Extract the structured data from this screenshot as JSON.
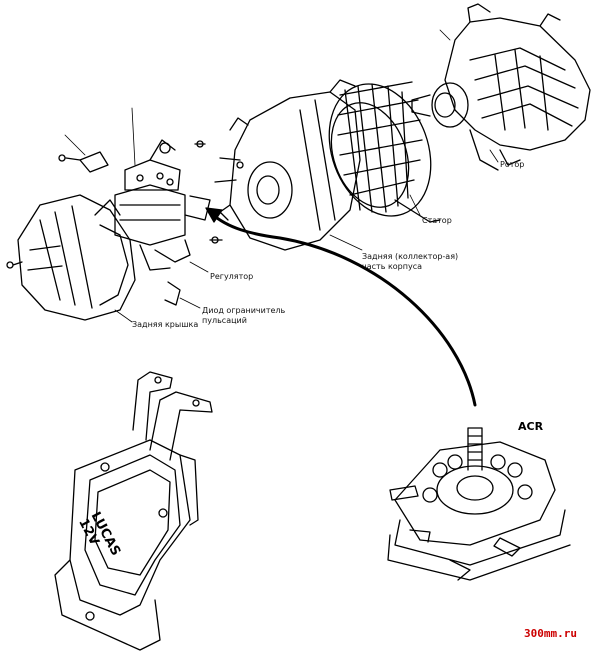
{
  "labels": {
    "rotor": "Ротор",
    "stator": "Статор",
    "rear_housing_line1": "Задняя (коллектор-ая)",
    "rear_housing_line2": "часть корпуса",
    "regulator": "Регулятор",
    "limiter_line1": "Диод ограничитель",
    "limiter_line2": "пульсаций",
    "rear_cover": "Задняя крышка",
    "acr": "ACR"
  },
  "regulator_stamp": {
    "brand": "LUCAS",
    "voltage": "12V"
  },
  "watermark": {
    "text": "300mm.ru",
    "color": "#cc0000"
  }
}
